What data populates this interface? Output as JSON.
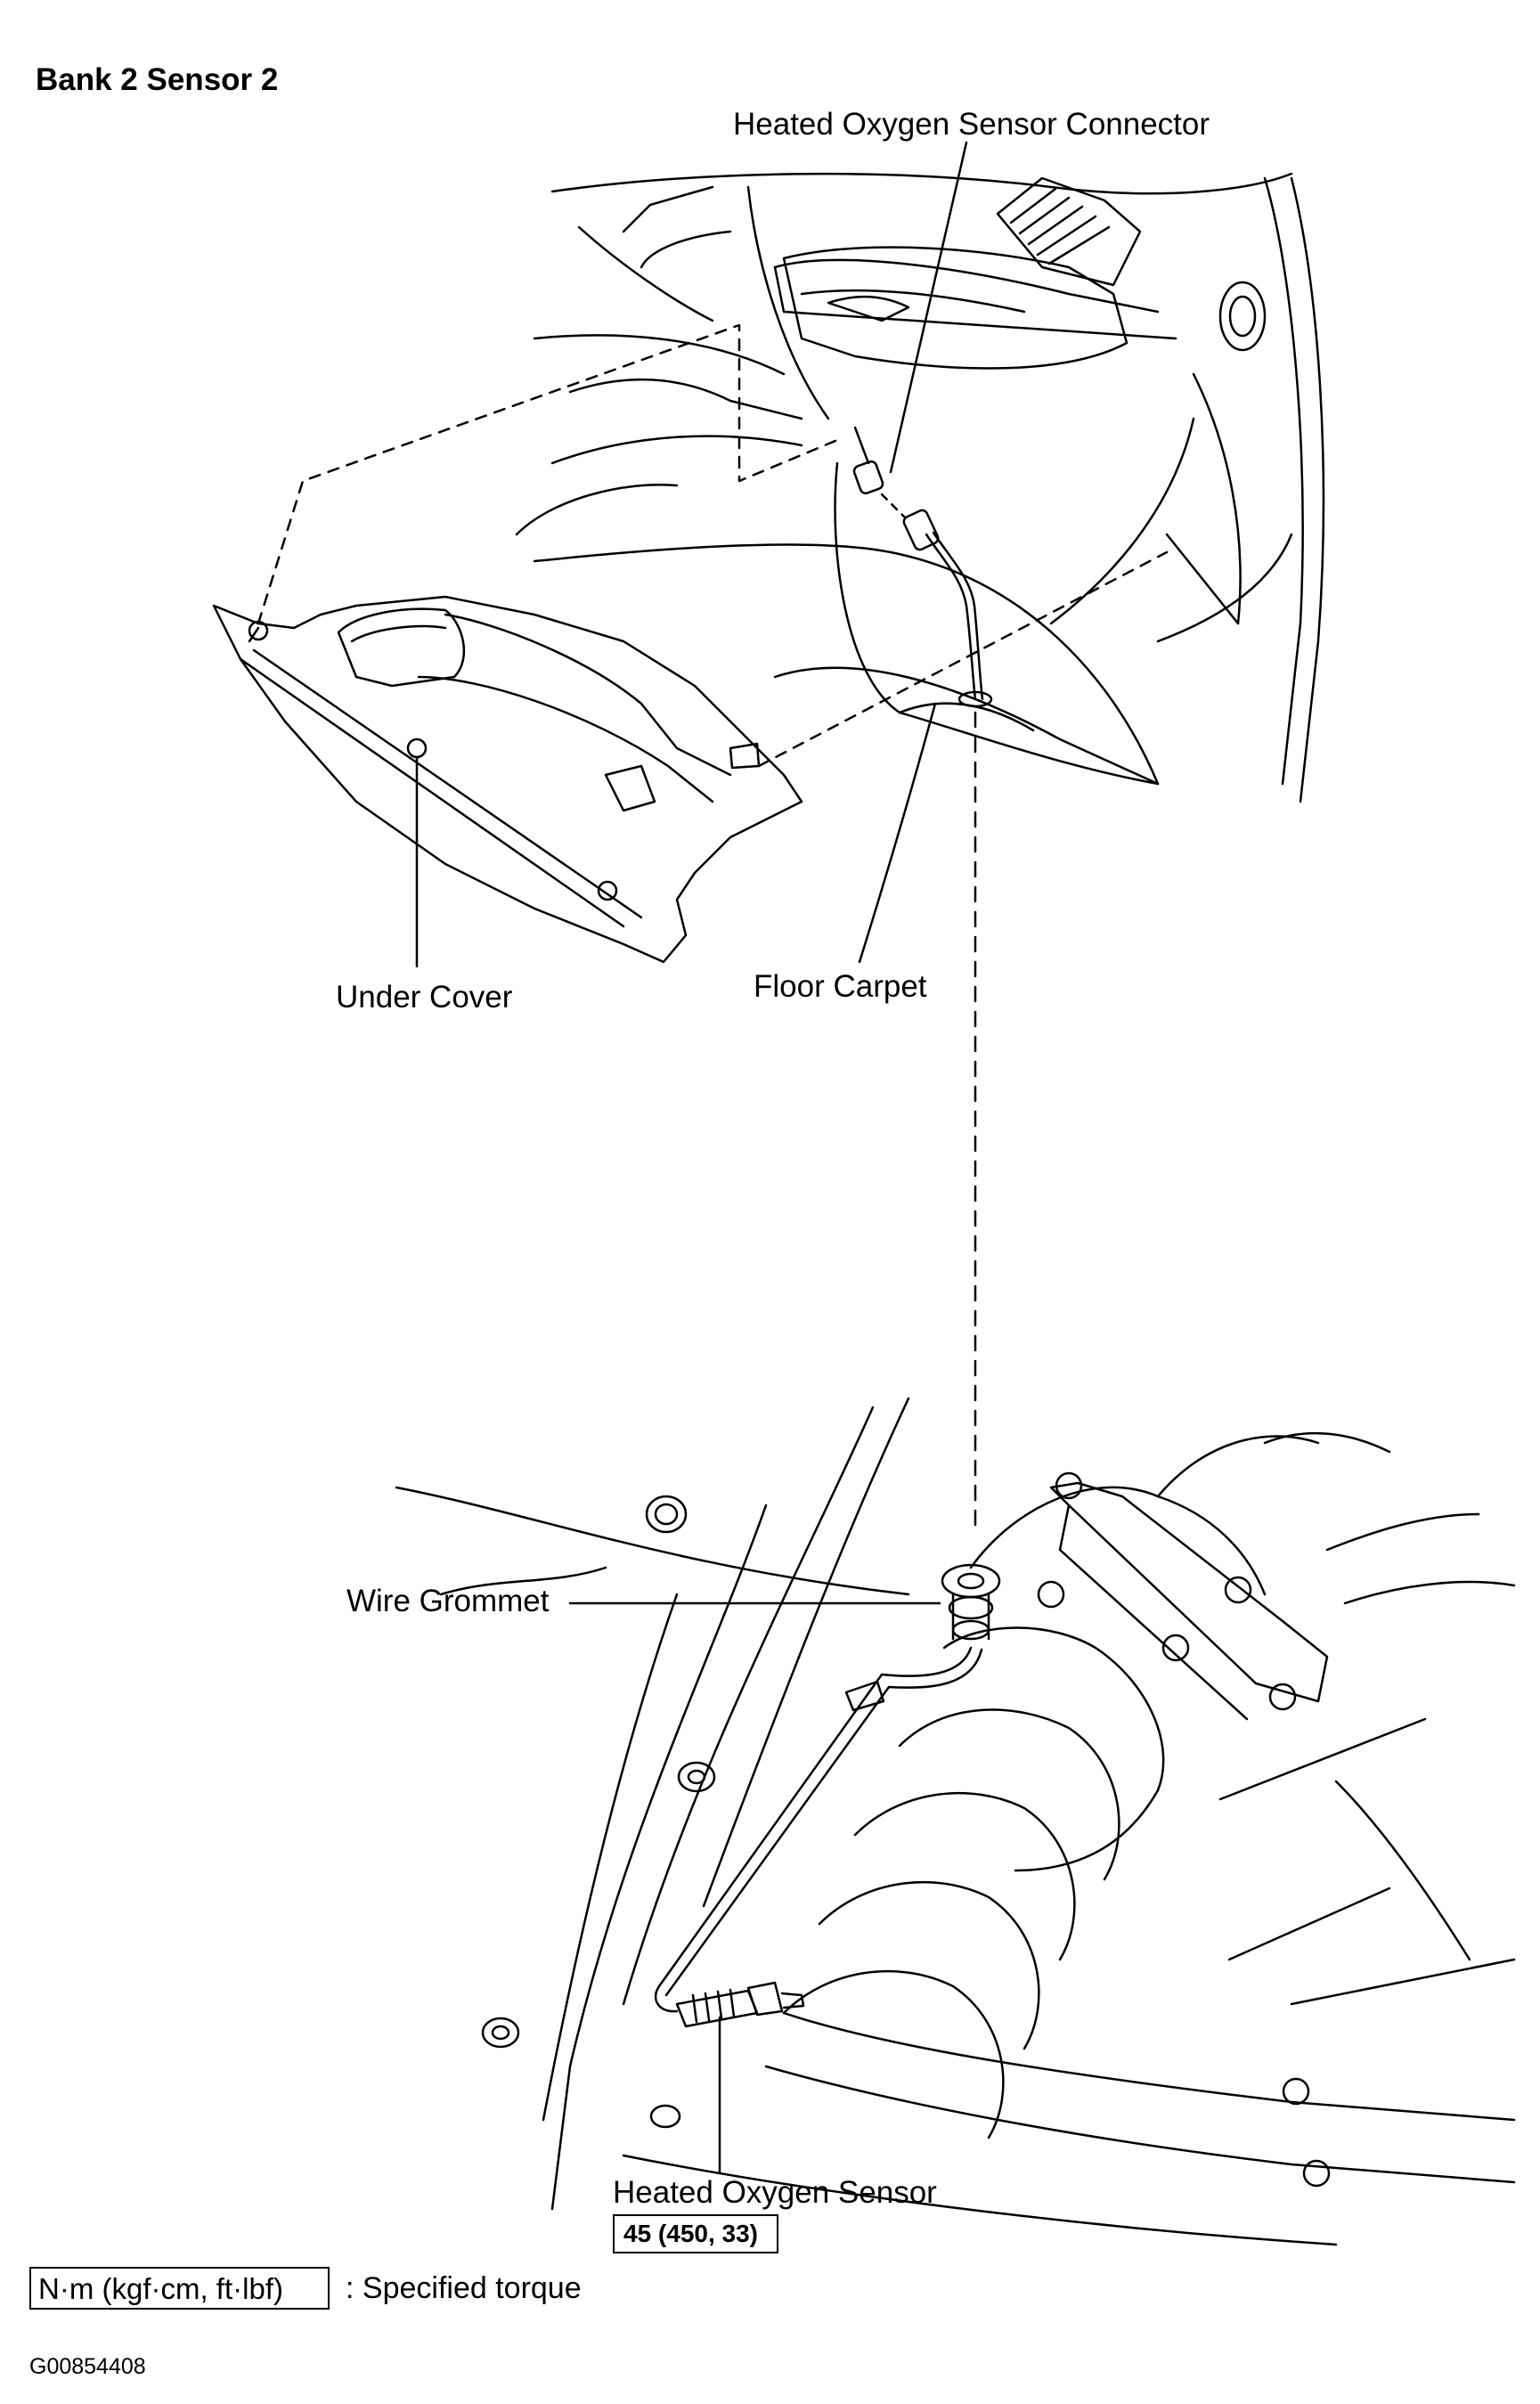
{
  "title": "Bank 2 Sensor 2",
  "labels": {
    "connector": "Heated Oxygen Sensor Connector",
    "under_cover": "Under Cover",
    "floor_carpet": "Floor Carpet",
    "wire_grommet": "Wire Grommet",
    "sensor": "Heated Oxygen Sensor"
  },
  "torque_value": "45 (450, 33)",
  "legend": {
    "units": "N·m (kgf·cm, ft·lbf)",
    "text": ": Specified torque"
  },
  "figure_code": "G00854408"
}
